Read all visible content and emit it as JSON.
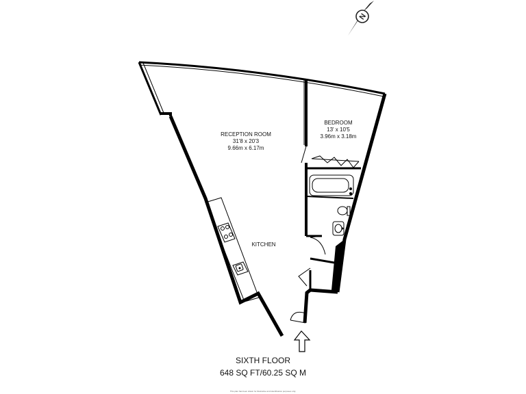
{
  "rooms": {
    "reception": {
      "name": "RECEPTION ROOM",
      "dims_imperial": "31'8 x 20'3",
      "dims_metric": "9.66m x 6.17m"
    },
    "bedroom": {
      "name": "BEDROOM",
      "dims_imperial": "13' x 10'5",
      "dims_metric": "3.96m x 3.18m"
    },
    "kitchen": {
      "name": "KITCHEN"
    }
  },
  "compass": {
    "letter": "N"
  },
  "footer": {
    "floor_name": "SIXTH FLOOR",
    "area": "648 SQ FT/60.25 SQ M",
    "disclaimer": "This plan has been drawn for illustrative and identification purposes only."
  }
}
